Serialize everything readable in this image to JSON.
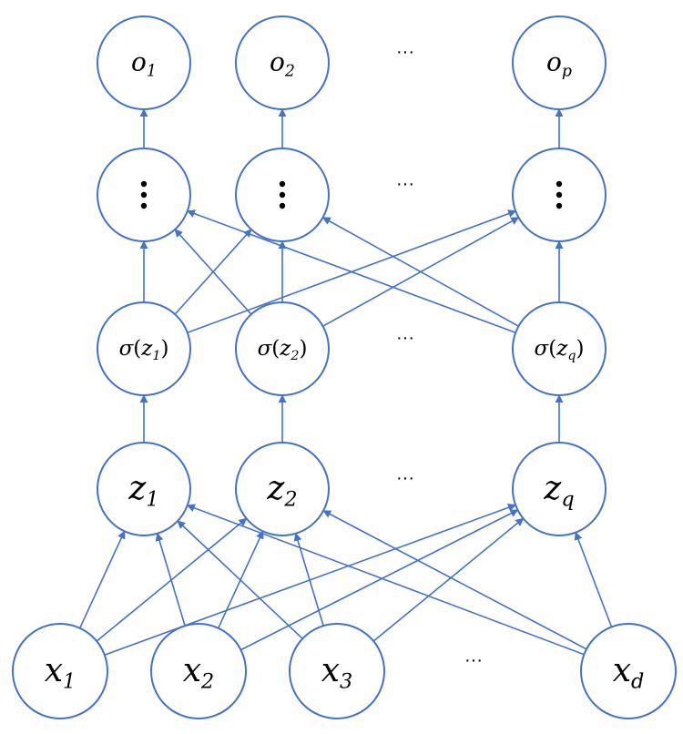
{
  "layers": [
    {
      "id": "output",
      "nodes": [
        {
          "var": "o",
          "sub": "1"
        },
        {
          "var": "o",
          "sub": "2"
        },
        {
          "var": "o",
          "sub": "p"
        }
      ],
      "gap_label": "···"
    },
    {
      "id": "hidden-deep",
      "nodes": [
        {
          "glyph": "vdots"
        },
        {
          "glyph": "vdots"
        },
        {
          "glyph": "vdots"
        }
      ],
      "gap_label": "···"
    },
    {
      "id": "activation",
      "nodes": [
        {
          "func": "σ",
          "var": "z",
          "sub": "1"
        },
        {
          "func": "σ",
          "var": "z",
          "sub": "2"
        },
        {
          "func": "σ",
          "var": "z",
          "sub": "q"
        }
      ],
      "gap_label": "···"
    },
    {
      "id": "preactivation",
      "nodes": [
        {
          "var": "z",
          "sub": "1"
        },
        {
          "var": "z",
          "sub": "2"
        },
        {
          "var": "z",
          "sub": "q"
        }
      ],
      "gap_label": "···"
    },
    {
      "id": "input",
      "nodes": [
        {
          "var": "x",
          "sub": "1"
        },
        {
          "var": "x",
          "sub": "2"
        },
        {
          "var": "x",
          "sub": "3"
        },
        {
          "var": "x",
          "sub": "d"
        }
      ],
      "gap_label": "···"
    }
  ],
  "colors": {
    "stroke": "#4472c4",
    "text": "#000000",
    "background": "#ffffff"
  }
}
